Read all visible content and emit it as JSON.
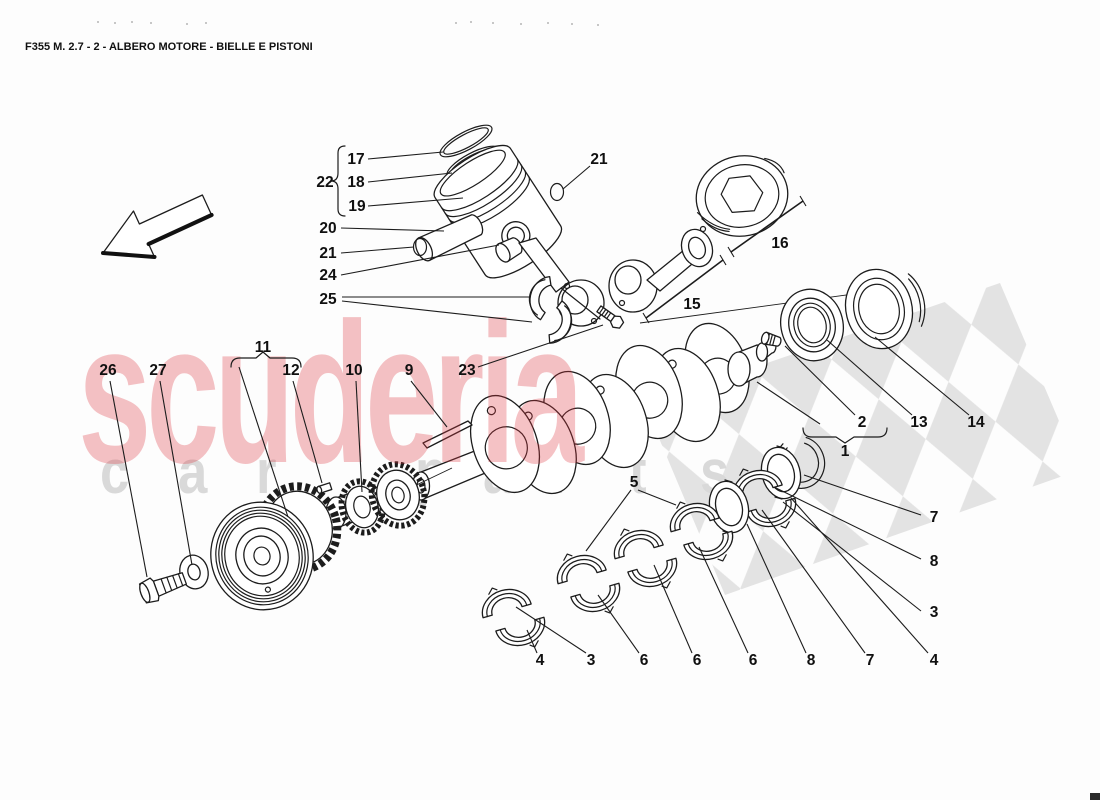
{
  "title": "F355 M. 2.7 - 2 - ALBERO MOTORE - BIELLE E PISTONI",
  "watermark": {
    "brand": "scuderia",
    "left_letters": [
      "c",
      "a",
      "r"
    ],
    "right_letters": [
      "p",
      "a",
      "r",
      "t",
      "s"
    ],
    "brand_color": "#de3440",
    "letter_color": "#d9d9d9",
    "checker_color": "#e3e3e3"
  },
  "callouts": [
    {
      "label": "17"
    },
    {
      "label": "22"
    },
    {
      "label": "18"
    },
    {
      "label": "19"
    },
    {
      "label": "20"
    },
    {
      "label": "21"
    },
    {
      "label": "24"
    },
    {
      "label": "25"
    },
    {
      "label": "21"
    },
    {
      "label": "16"
    },
    {
      "label": "15"
    },
    {
      "label": "2"
    },
    {
      "label": "13"
    },
    {
      "label": "14"
    },
    {
      "label": "1"
    },
    {
      "label": "26"
    },
    {
      "label": "27"
    },
    {
      "label": "11"
    },
    {
      "label": "12"
    },
    {
      "label": "10"
    },
    {
      "label": "9"
    },
    {
      "label": "23"
    },
    {
      "label": "5"
    },
    {
      "label": "4"
    },
    {
      "label": "3"
    },
    {
      "label": "6"
    },
    {
      "label": "6"
    },
    {
      "label": "6"
    },
    {
      "label": "8"
    },
    {
      "label": "7"
    },
    {
      "label": "4"
    },
    {
      "label": "7"
    },
    {
      "label": "8"
    },
    {
      "label": "3"
    }
  ]
}
